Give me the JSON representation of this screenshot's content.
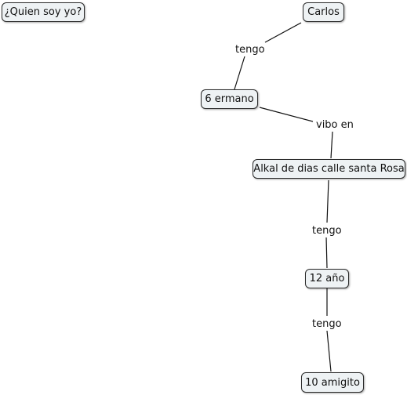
{
  "title_node": "¿Quien soy yo?",
  "nodes": {
    "carlos": "Carlos",
    "ermano": "6 ermano",
    "alkal": "Alkal de dias calle santa Rosa",
    "edad": "12 año",
    "amigito": "10 amigito"
  },
  "links": {
    "carlos_ermano": "tengo",
    "ermano_alkal": "vibo en",
    "alkal_edad": "tengo",
    "edad_amigito": "tengo"
  },
  "colors": {
    "node_fill": "#eef2f4",
    "node_border": "#2b2b2b",
    "line": "#111111"
  }
}
